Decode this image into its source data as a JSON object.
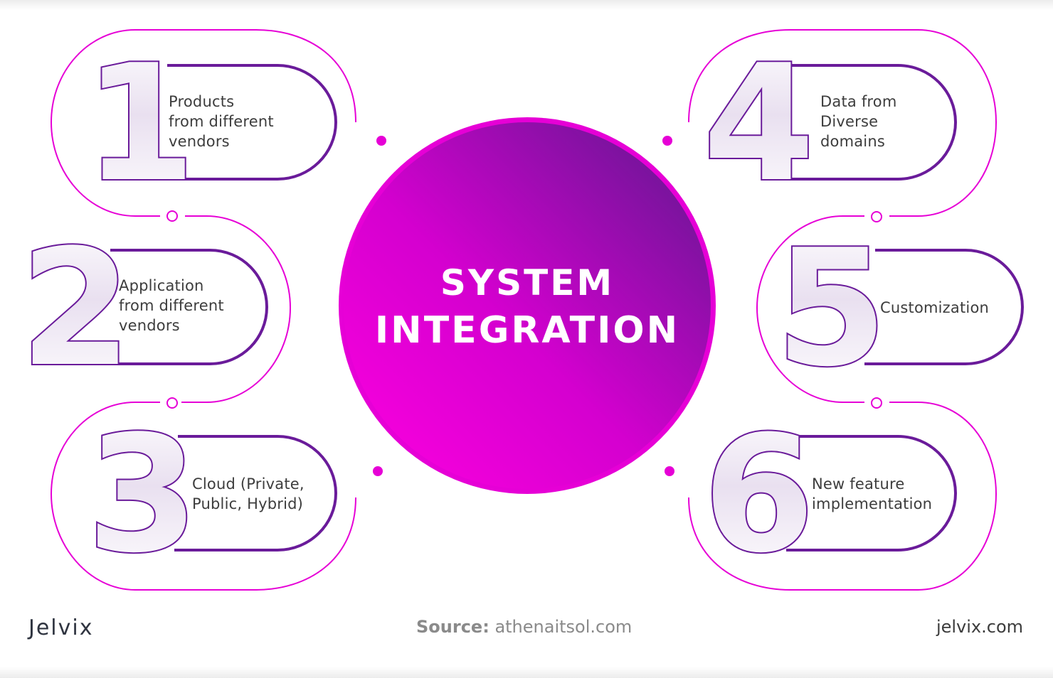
{
  "center": {
    "title_line1": "SYSTEM",
    "title_line2": "INTEGRATION"
  },
  "items": [
    {
      "number": "1",
      "lines": [
        "Products",
        "from different",
        "vendors"
      ]
    },
    {
      "number": "2",
      "lines": [
        "Application",
        "from different",
        "vendors"
      ]
    },
    {
      "number": "3",
      "lines": [
        "Cloud (Private,",
        "Public, Hybrid)"
      ]
    },
    {
      "number": "4",
      "lines": [
        "Data from",
        "Diverse",
        "domains"
      ]
    },
    {
      "number": "5",
      "lines": [
        "Customization"
      ]
    },
    {
      "number": "6",
      "lines": [
        "New feature",
        "implementation"
      ]
    }
  ],
  "footer": {
    "logo": "Jelvix",
    "source_label": "Source:",
    "source_value": "athenaitsol.com",
    "site": "jelvix.com"
  },
  "colors": {
    "magenta": "#e600d6",
    "purple": "#6a1b9a",
    "circle_start": "#ee00dd",
    "circle_end": "#5e1a8f"
  }
}
